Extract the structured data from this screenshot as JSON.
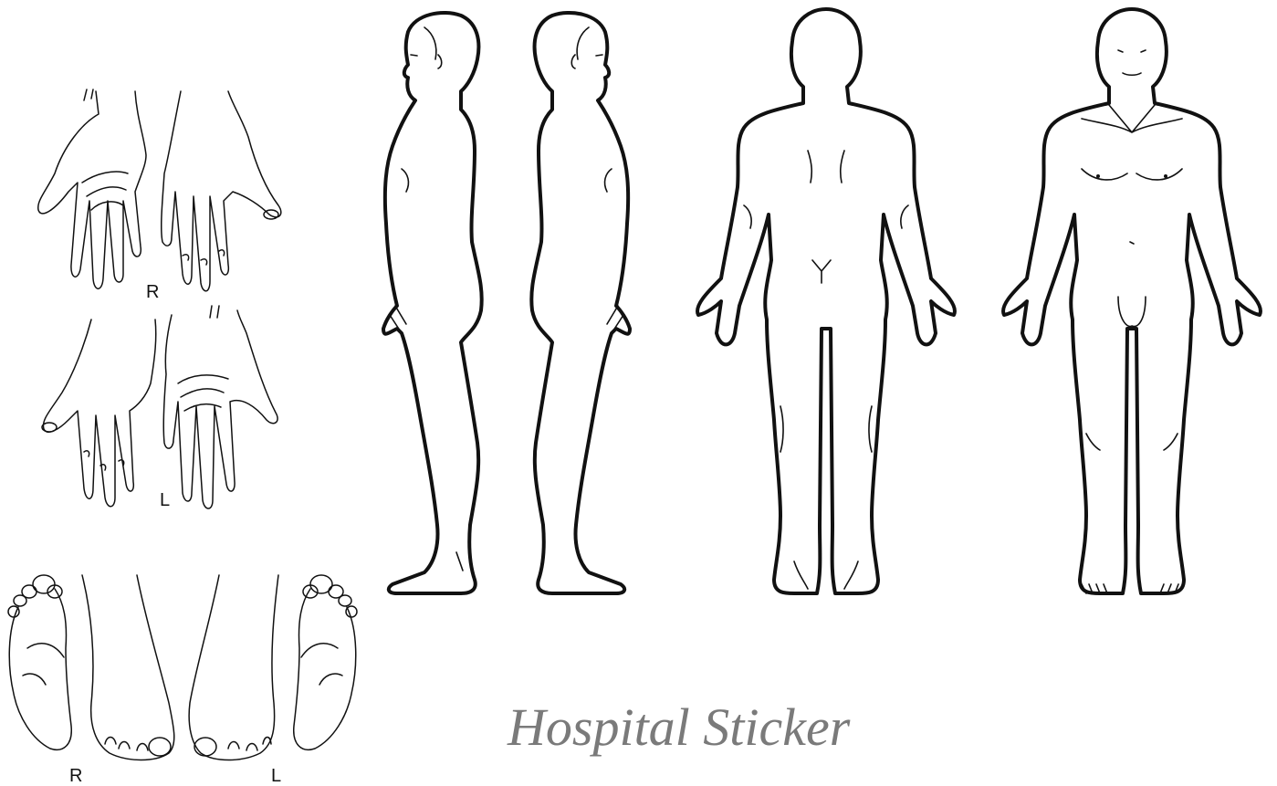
{
  "hands": {
    "upper_label": "R",
    "lower_label": "L"
  },
  "feet": {
    "right_label": "R",
    "left_label": "L"
  },
  "sticker_text": "Hospital Sticker",
  "colors": {
    "outline": "#111111",
    "sticker_text": "#7a7a7a",
    "background": "#ffffff"
  },
  "figures": [
    "right-side-view",
    "left-side-view",
    "back-view",
    "front-view"
  ]
}
